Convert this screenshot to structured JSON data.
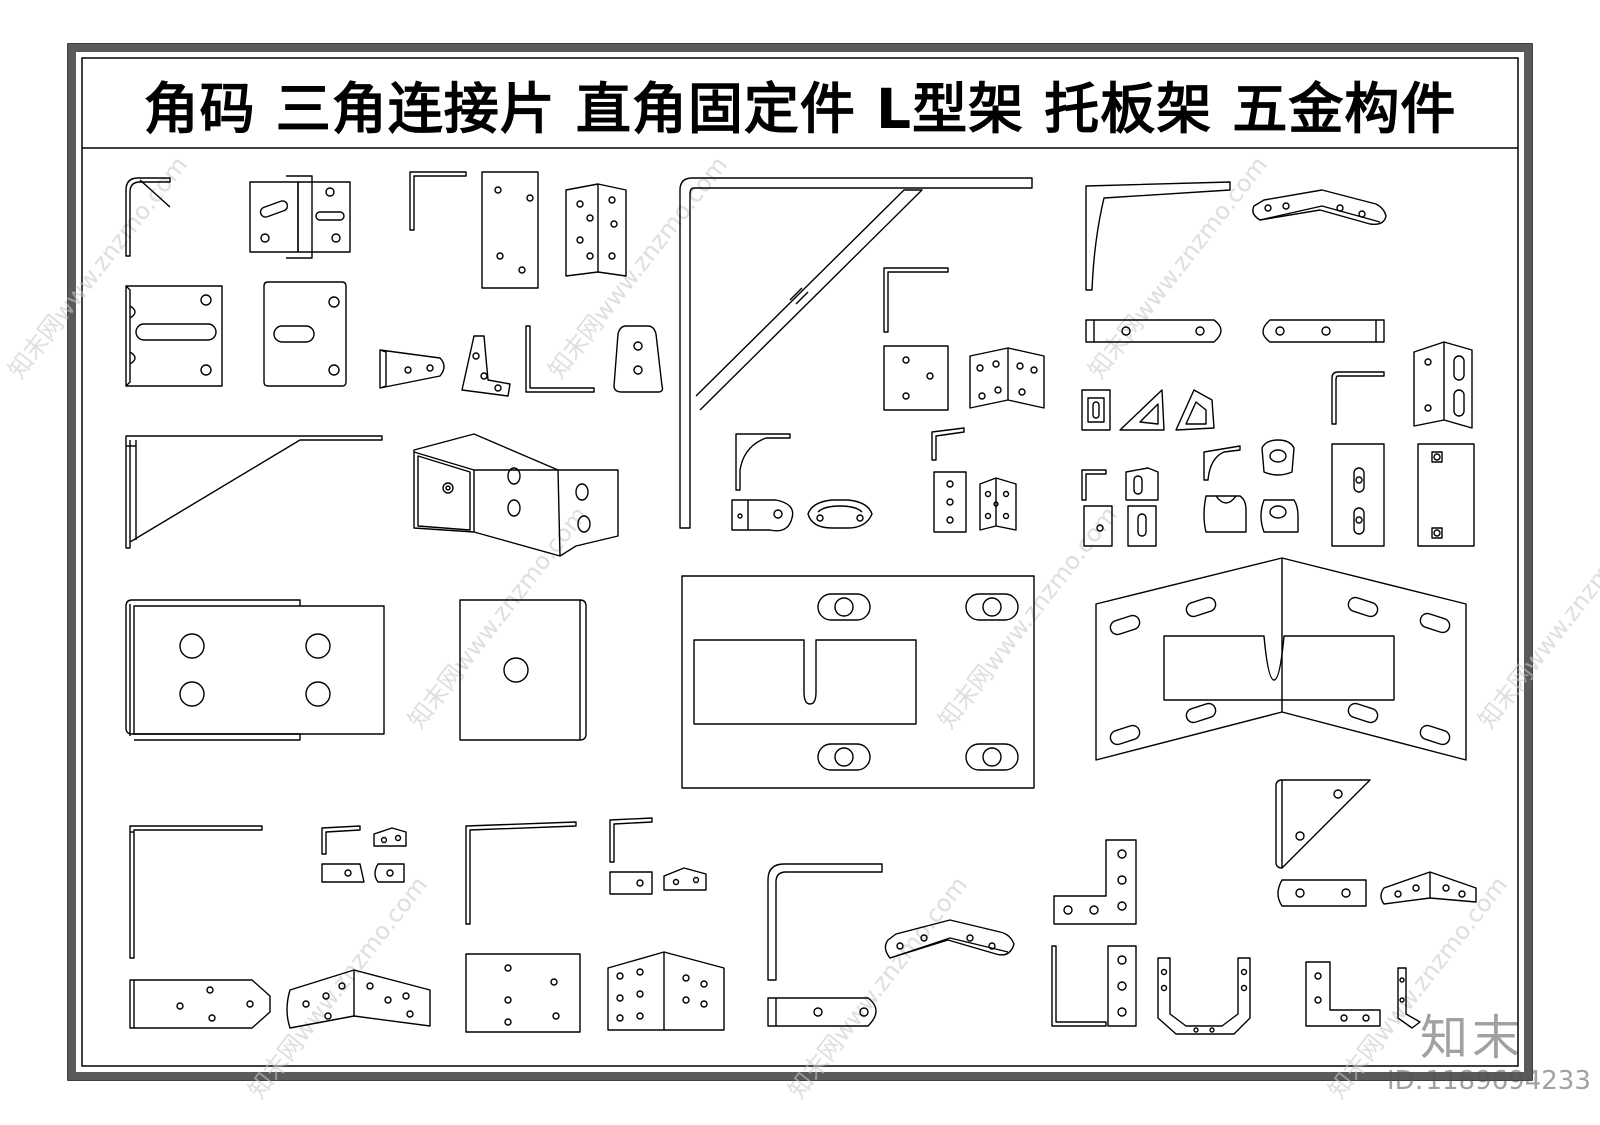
{
  "title": "角码  三角连接片  直角固定件  L型架  托板架  五金构件",
  "watermark": {
    "logo": "知末",
    "id_label": "ID:",
    "id_value": "1189694233",
    "tile_text": "知末网www.znzmo.com"
  },
  "colors": {
    "frame": "#5a5a5a",
    "line": "#000000",
    "watermark": "#c8c8c8"
  }
}
